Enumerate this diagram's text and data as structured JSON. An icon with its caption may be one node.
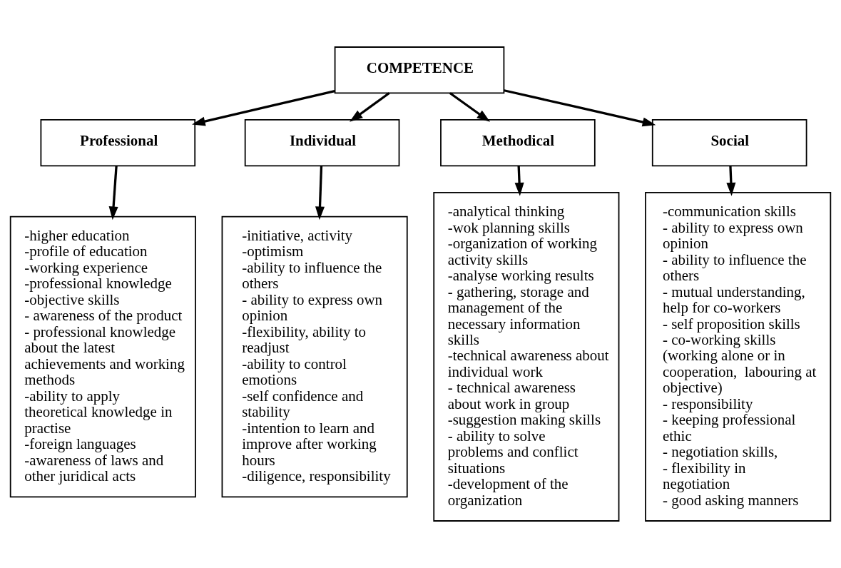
{
  "diagram": {
    "nodes": [
      {
        "text": [
          "COMPETENCE"
        ]
      },
      {
        "text": [
          "Professional"
        ]
      },
      {
        "text": [
          "Individual"
        ]
      },
      {
        "text": [
          "Methodical"
        ]
      },
      {
        "text": [
          "Social"
        ]
      },
      {
        "text": [
          "-higher education",
          "-profile of education",
          "-working experience",
          "-professional knowledge",
          "-objective skills",
          "- awareness of the product",
          "- professional knowledge about the latest achievements and working methods",
          "-ability to apply theoretical knowledge in practise",
          "-foreign languages",
          "-awareness of laws and other juridical acts"
        ]
      },
      {
        "text": [
          "-initiative, activity",
          "-optimism",
          "-ability to influence the others",
          "- ability to express own opinion",
          "-flexibility, ability to readjust",
          "-ability to control emotions",
          "-self confidence and stability",
          "-intention to learn and improve after working hours",
          "-diligence, responsibility"
        ]
      },
      {
        "text": [
          "-analytical thinking",
          "-wok planning skills",
          "-organization of working activity skills",
          "-analyse working results",
          "- gathering, storage and management of the necessary information skills",
          "-technical awareness about individual work",
          "- technical awareness about work in group",
          "-suggestion making skills",
          "- ability to solve problems and conflict situations",
          "-development of the organization"
        ]
      },
      {
        "text": [
          "-communication skills",
          "- ability to express own opinion",
          "- ability to influence the others",
          "- mutual understanding, help for co-workers",
          "- self proposition skills",
          "- co-working skills (working alone or in cooperation,  labouring at objective)",
          "- responsibility",
          "- keeping professional ethic",
          "- negotiation skills,",
          "- flexibility in negotiation",
          "- good asking manners"
        ]
      }
    ],
    "edges": [
      {
        "from": 0,
        "to": 1,
        "arrow": "to"
      },
      {
        "from": 0,
        "to": 2,
        "arrow": "to"
      },
      {
        "from": 0,
        "to": 3,
        "arrow": "to"
      },
      {
        "from": 0,
        "to": 4,
        "arrow": "to"
      },
      {
        "from": 1,
        "to": 5,
        "arrow": "to"
      },
      {
        "from": 2,
        "to": 6,
        "arrow": "to"
      },
      {
        "from": 3,
        "to": 7,
        "arrow": "to"
      },
      {
        "from": 4,
        "to": 8,
        "arrow": "to"
      }
    ]
  }
}
